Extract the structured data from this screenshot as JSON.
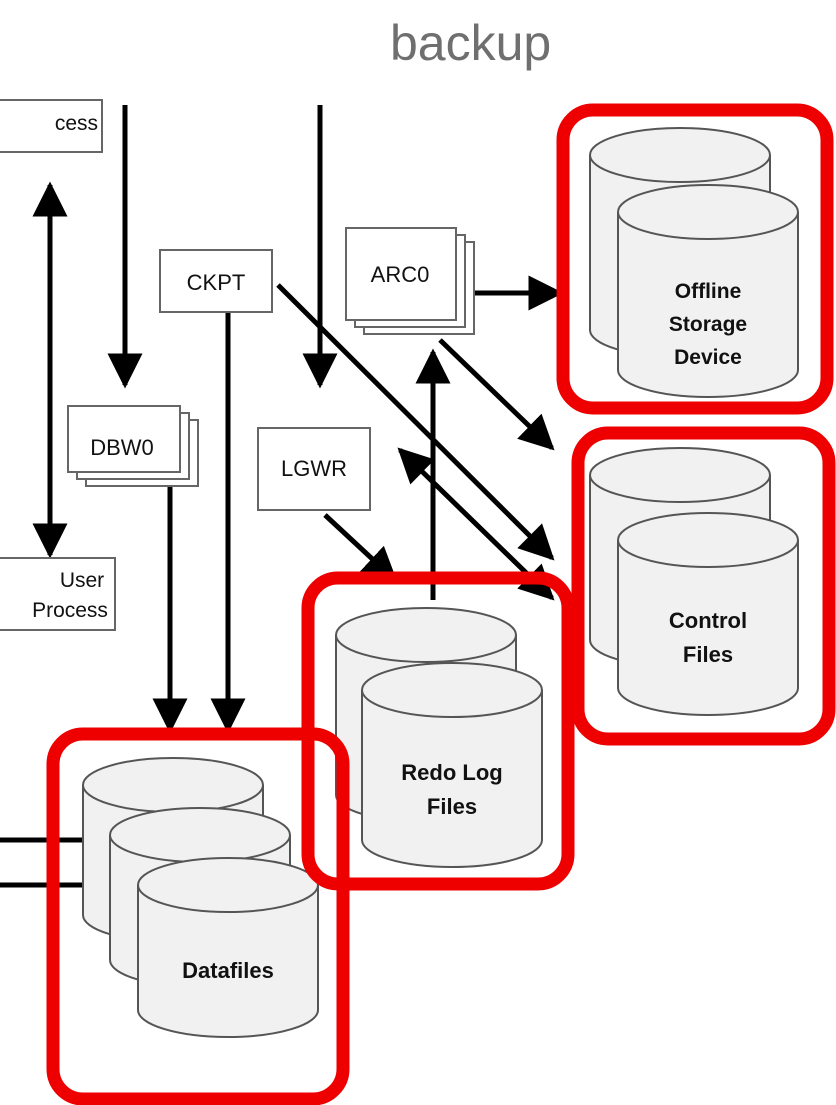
{
  "title": "backup",
  "processes": {
    "top_left_partial": "cess",
    "ckpt": "CKPT",
    "arc0": "ARC0",
    "dbw0": "DBW0",
    "lgwr": "LGWR",
    "user_process_line1": "User",
    "user_process_line2": "Process"
  },
  "storage": {
    "offline": [
      "Offline",
      "Storage",
      "Device"
    ],
    "control": [
      "Control",
      "Files"
    ],
    "redo": [
      "Redo Log",
      "Files"
    ],
    "datafiles": [
      "Datafiles"
    ]
  },
  "colors": {
    "highlight": "#ee0000",
    "cylinder_fill": "#f1f1f1",
    "line": "#000000",
    "title": "#6f6f6f"
  }
}
